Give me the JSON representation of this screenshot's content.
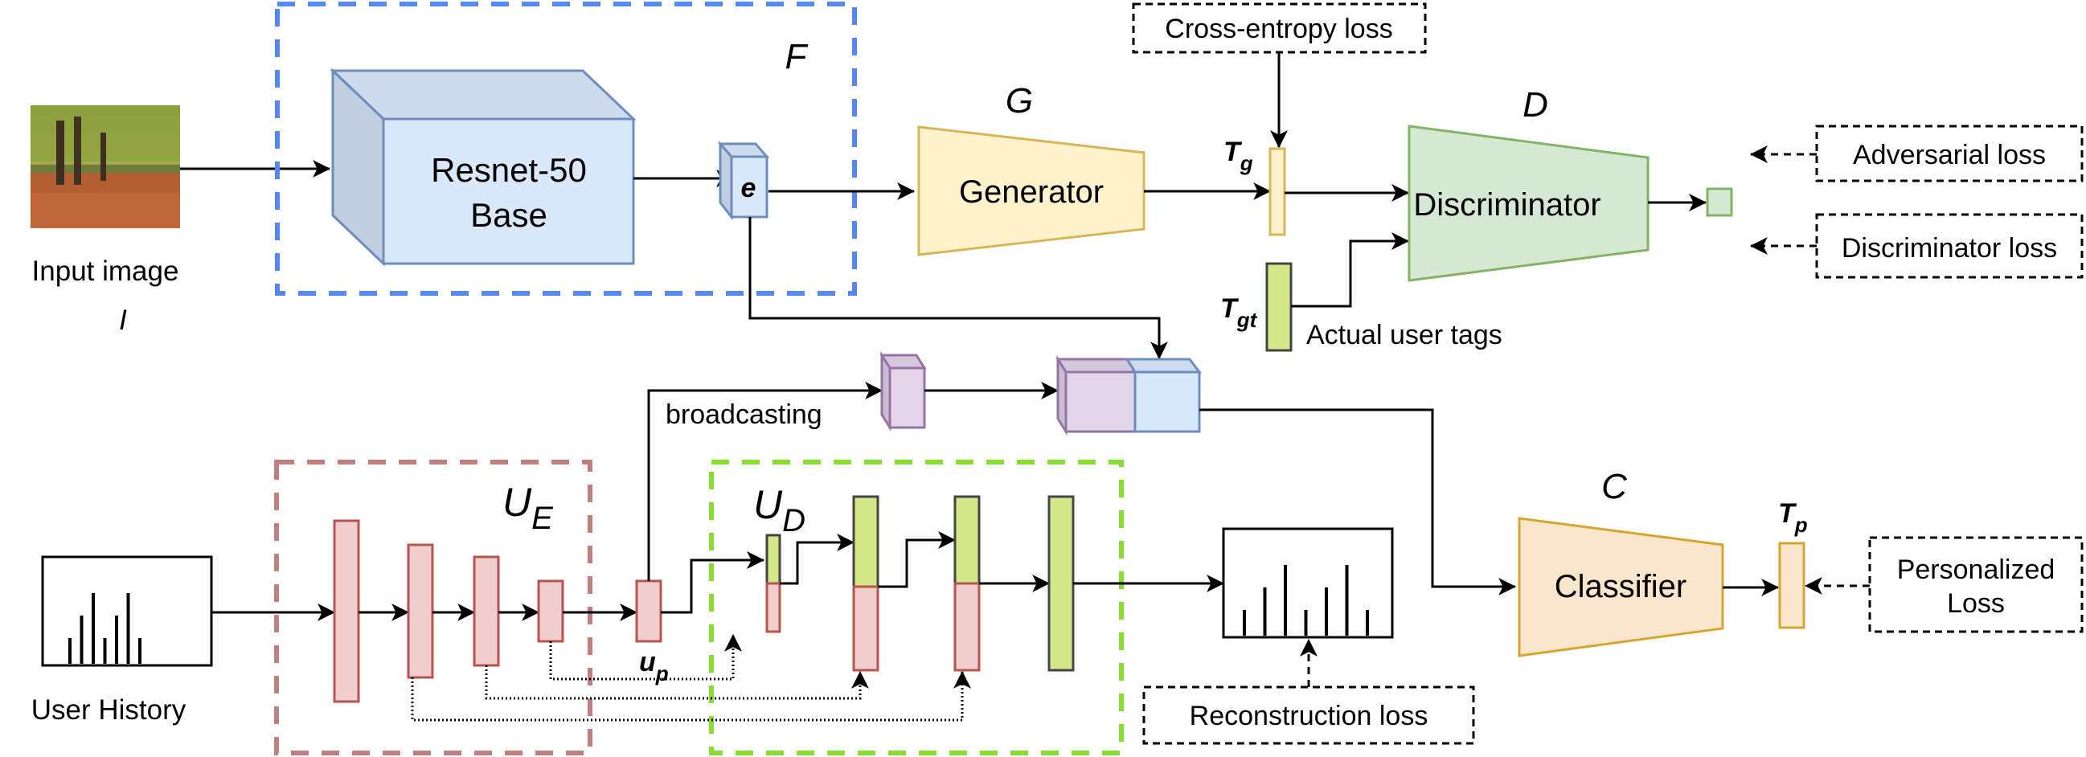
{
  "title": "Personalized image tagging architecture",
  "colors": {
    "feature_box": "#5588ee",
    "encoder_box": "#c08080",
    "decoder_box": "#88dd33",
    "blue_fill": "#dae8fc",
    "blue_stroke": "#6c8ebf",
    "yellow_fill": "#fff2cc",
    "yellow_stroke": "#d6b656",
    "green_fill": "#d5e8d4",
    "green_stroke": "#82b366",
    "lime_fill": "#d4e88a",
    "red_fill": "#f0cece",
    "red_stroke": "#b85450",
    "purple_fill": "#e1d5e7",
    "purple_stroke": "#9673a6",
    "orange_fill": "#fae6cc",
    "orange_stroke": "#d6a530"
  },
  "input": {
    "label": "Input image",
    "symbol": "I"
  },
  "feature_extractor": {
    "symbol": "F",
    "backbone_line1": "Resnet-50",
    "backbone_line2": "Base",
    "embedding": "e"
  },
  "generator": {
    "symbol": "G",
    "label": "Generator",
    "output_symbol_main": "T",
    "output_symbol_sub": "g"
  },
  "discriminator": {
    "symbol": "D",
    "label": "Discriminator",
    "gt_symbol_main": "T",
    "gt_symbol_sub": "gt",
    "gt_label": "Actual user tags"
  },
  "losses": {
    "cross_entropy": "Cross-entropy loss",
    "adversarial": "Adversarial loss",
    "discriminator": "Discriminator loss",
    "reconstruction": "Reconstruction loss",
    "personalized_line1": "Personalized",
    "personalized_line2": "Loss"
  },
  "user": {
    "history_label": "User History",
    "encoder_symbol_main": "U",
    "encoder_symbol_sub": "E",
    "decoder_symbol_main": "U",
    "decoder_symbol_sub": "D",
    "profile_main": "u",
    "profile_sub": "p",
    "broadcast_label": "broadcasting",
    "history_bars": [
      0.32,
      0.6,
      0.88,
      0.32,
      0.6,
      0.88,
      0.32
    ],
    "reconstruction_bars": [
      0.32,
      0.6,
      0.88,
      0.32,
      0.6,
      0.88,
      0.32
    ]
  },
  "classifier": {
    "symbol": "C",
    "label": "Classifier",
    "output_symbol_main": "T",
    "output_symbol_sub": "p"
  }
}
